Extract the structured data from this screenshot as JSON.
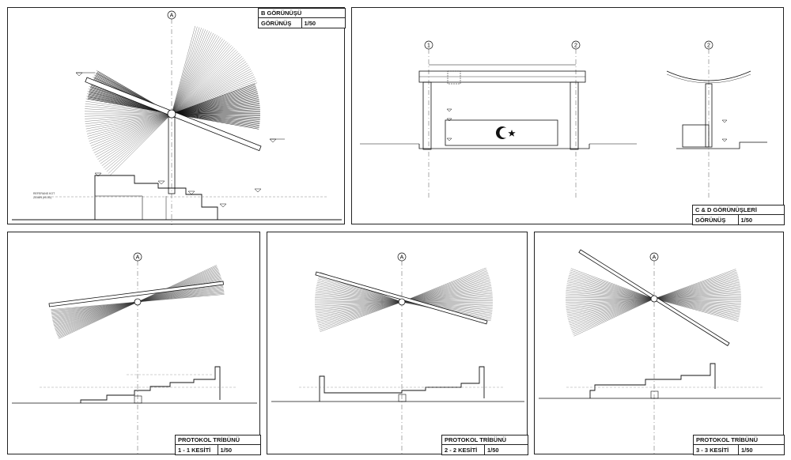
{
  "sheet_b": {
    "title": "B GÖRÜNÜŞÜ",
    "subtitle": "GÖRÜNÜŞ",
    "scale": "1/50",
    "axis": "A"
  },
  "sheet_cd": {
    "title": "C & D GÖRÜNÜŞLERİ",
    "subtitle": "GÖRÜNÜŞ",
    "scale": "1/50",
    "axes": [
      "1",
      "2",
      "2"
    ]
  },
  "sheet_s1": {
    "title": "PROTOKOL TRİBÜNÜ",
    "subtitle": "1 - 1 KESİTİ",
    "scale": "1/50",
    "axis": "A"
  },
  "sheet_s2": {
    "title": "PROTOKOL TRİBÜNÜ",
    "subtitle": "2 - 2 KESİTİ",
    "scale": "1/50",
    "axis": "A"
  },
  "sheet_s3": {
    "title": "PROTOKOL TRİBÜNÜ",
    "subtitle": "3 - 3 KESİTİ",
    "scale": "1/50",
    "axis": "A"
  },
  "colors": {
    "line": "#111111",
    "fan": "#333333",
    "hidden": "#777777"
  }
}
